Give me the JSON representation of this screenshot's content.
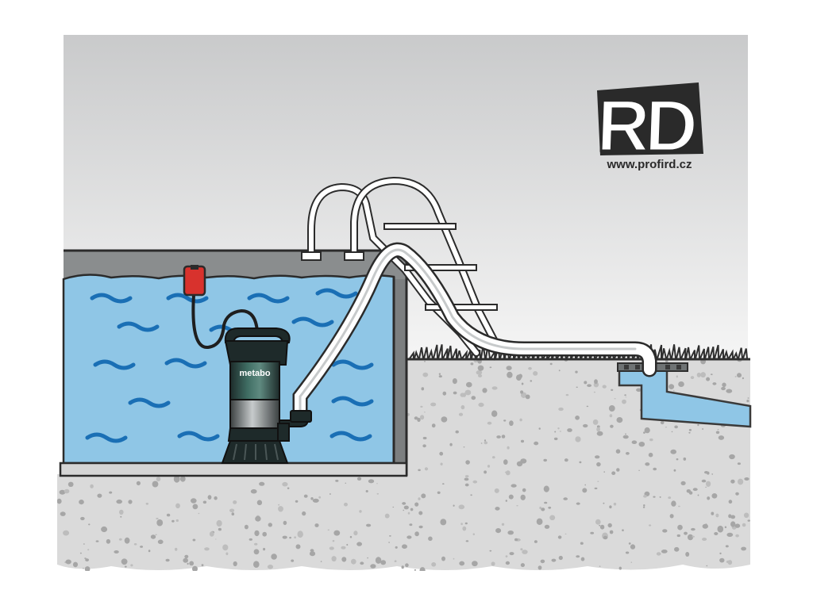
{
  "logo": {
    "letters": "RD",
    "url_text": "www.profird.cz"
  },
  "pump": {
    "brand_label": "metabo"
  },
  "colors": {
    "sky_top": "#c9cacb",
    "sky_bottom": "#f3f3f3",
    "water": "#8fc6e6",
    "water_dark": "#5aa0cf",
    "wave": "#1a6fb5",
    "ground": "#d9d9d9",
    "speckle": "#a9a9a9",
    "float_switch": "#d8322d",
    "pump_body": "#2f5f55",
    "pump_dark": "#1e2a2a",
    "drain_water": "#8fc6e6"
  },
  "icons": [
    "pool-ladder-icon",
    "float-switch-icon",
    "submersible-pump-icon",
    "discharge-hose-icon",
    "drain-icon",
    "grass-icon"
  ]
}
